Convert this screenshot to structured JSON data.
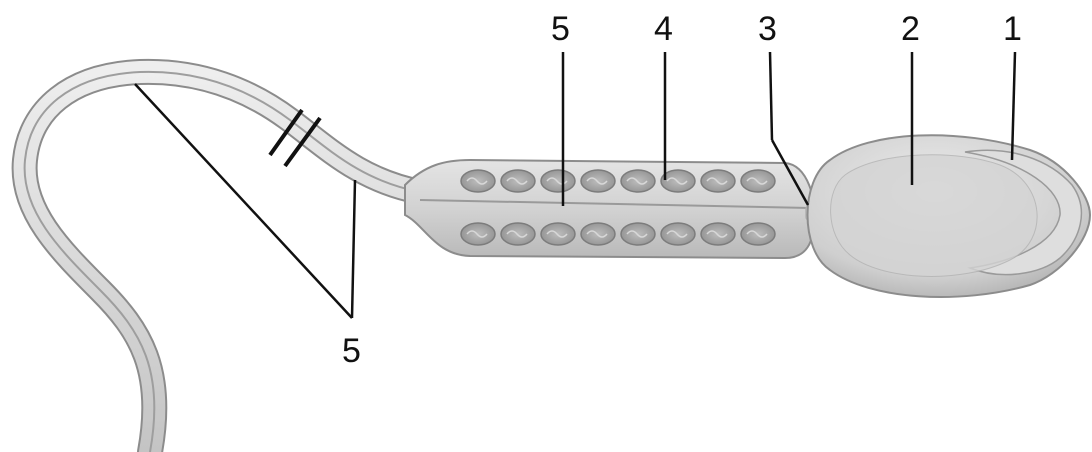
{
  "figure": {
    "labels": [
      {
        "id": "label-1",
        "text": "1"
      },
      {
        "id": "label-2",
        "text": "2"
      },
      {
        "id": "label-3",
        "text": "3"
      },
      {
        "id": "label-4",
        "text": "4"
      },
      {
        "id": "label-5-top",
        "text": "5"
      },
      {
        "id": "label-5-bottom",
        "text": "5"
      }
    ]
  },
  "colors": {
    "outline": "#8c8c8c",
    "body_fill": "#d9d9d9",
    "head_fill": "#cfcfcf",
    "mitochondria": "#a9a9a9",
    "leader_line": "#111111"
  }
}
